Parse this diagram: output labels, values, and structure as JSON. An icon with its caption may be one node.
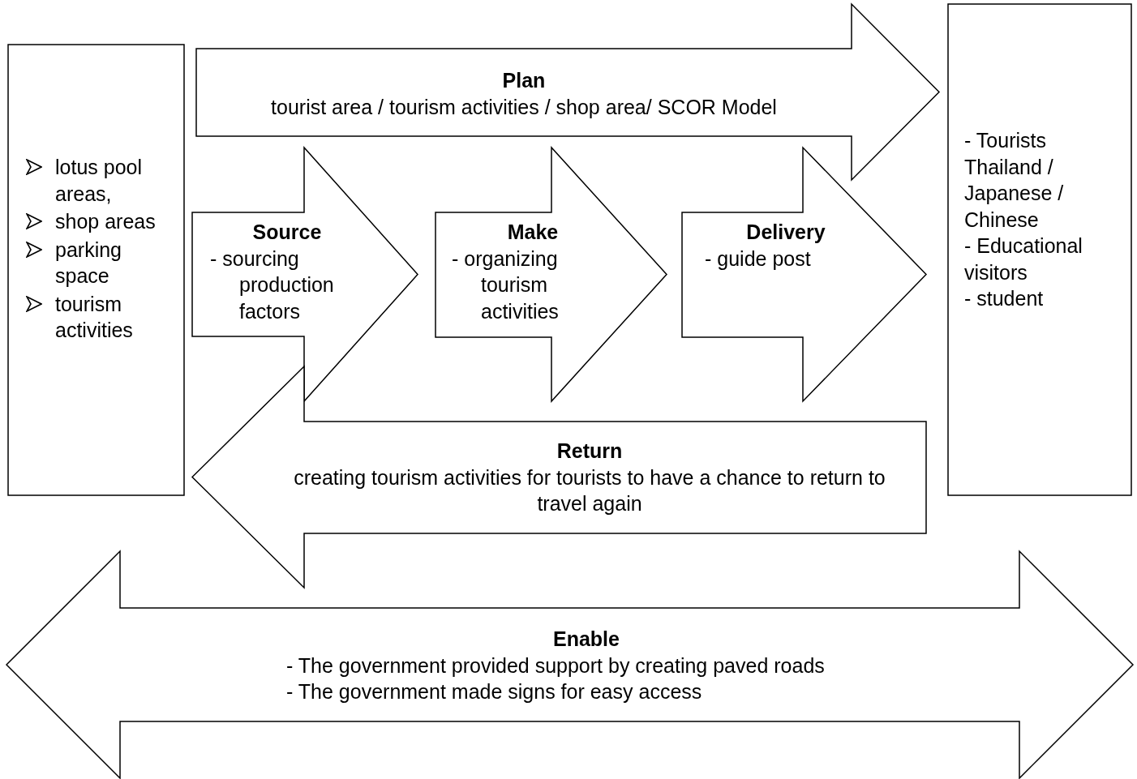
{
  "diagram": {
    "nodes": [
      {
        "text": [
          "lotus pool areas,",
          "shop areas",
          "parking space",
          "tourism activities"
        ]
      },
      {
        "text": [
          "Plan",
          "tourist area / tourism activities / shop area/ SCOR Model"
        ]
      },
      {
        "text": [
          "Source",
          "- sourcing production factors"
        ]
      },
      {
        "text": [
          "Make",
          "- organizing tourism activities"
        ]
      },
      {
        "text": [
          "Delivery",
          "- guide post"
        ]
      },
      {
        "text": [
          "Return",
          "creating tourism activities for tourists to have a chance to return to travel again"
        ]
      },
      {
        "text": [
          "- Tourists",
          "Thailand / Japanese / Chinese",
          "- Educational visitors",
          "- student"
        ]
      },
      {
        "text": [
          "Enable",
          "- The government provided support by creating paved roads",
          "- The government made signs for easy access"
        ]
      }
    ]
  }
}
